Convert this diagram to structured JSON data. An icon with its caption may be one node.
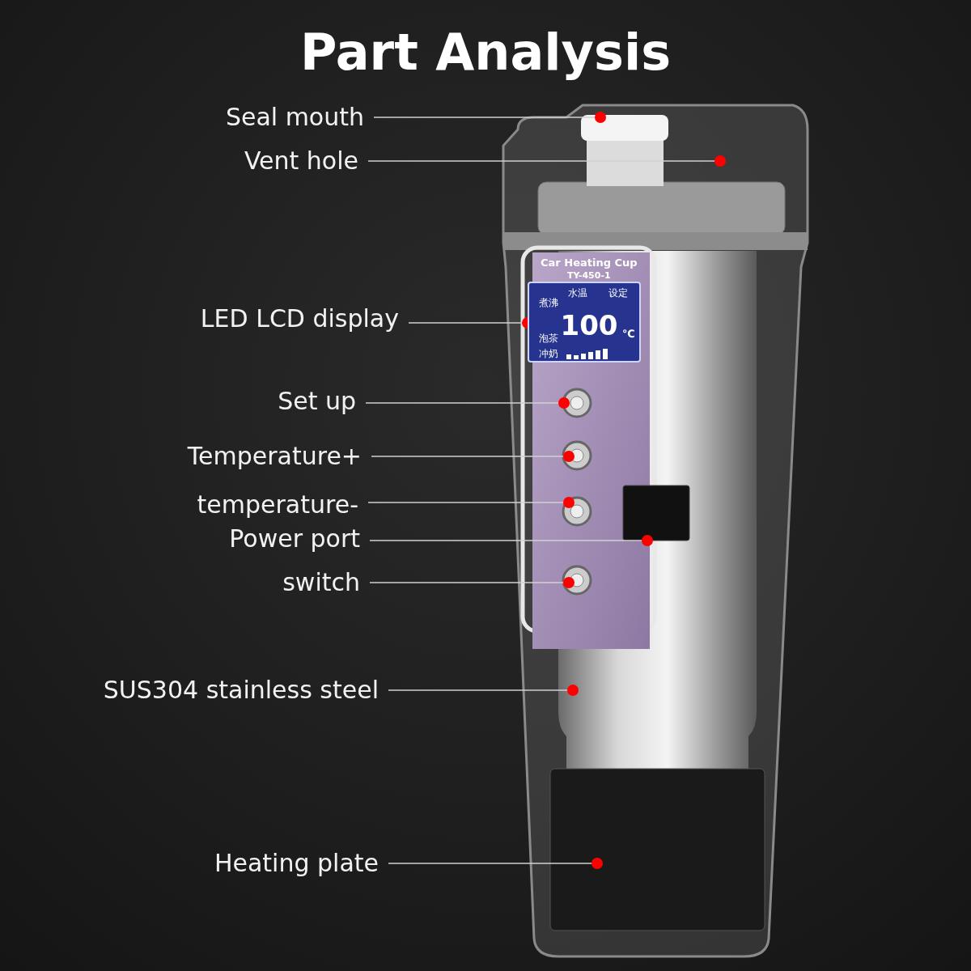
{
  "diagram": {
    "title": "Part Analysis",
    "nodes": [
      {
        "text": [
          "Seal mouth"
        ]
      },
      {
        "text": [
          "Vent hole"
        ]
      },
      {
        "text": [
          "LED LCD display"
        ]
      },
      {
        "text": [
          "Set up"
        ]
      },
      {
        "text": [
          "Temperature+"
        ]
      },
      {
        "text": [
          "temperature-"
        ]
      },
      {
        "text": [
          "Power port"
        ]
      },
      {
        "text": [
          "switch"
        ]
      },
      {
        "text": [
          "SUS304 stainless steel"
        ]
      },
      {
        "text": [
          "Heating plate"
        ]
      },
      {
        "text": [],
        "shape": "box"
      }
    ],
    "edges": [
      {
        "from": 0,
        "to": null,
        "arrow": "other"
      },
      {
        "from": 1,
        "to": null,
        "arrow": "other"
      },
      {
        "from": 2,
        "to": 10,
        "arrow": "other"
      },
      {
        "from": 3,
        "to": null,
        "arrow": "other"
      },
      {
        "from": 4,
        "to": null,
        "arrow": "other"
      },
      {
        "from": 5,
        "to": null,
        "arrow": "other"
      },
      {
        "from": 6,
        "to": null,
        "arrow": "other"
      },
      {
        "from": 7,
        "to": null,
        "arrow": "other"
      },
      {
        "from": 8,
        "to": null,
        "arrow": "other"
      },
      {
        "from": 9,
        "to": null,
        "arrow": "other"
      }
    ],
    "labels": [
      "Car Heating Cup",
      "TY-450-1",
      "水温",
      "设定",
      "煮沸",
      "100",
      "℃",
      "泡茶",
      "冲奶"
    ]
  }
}
